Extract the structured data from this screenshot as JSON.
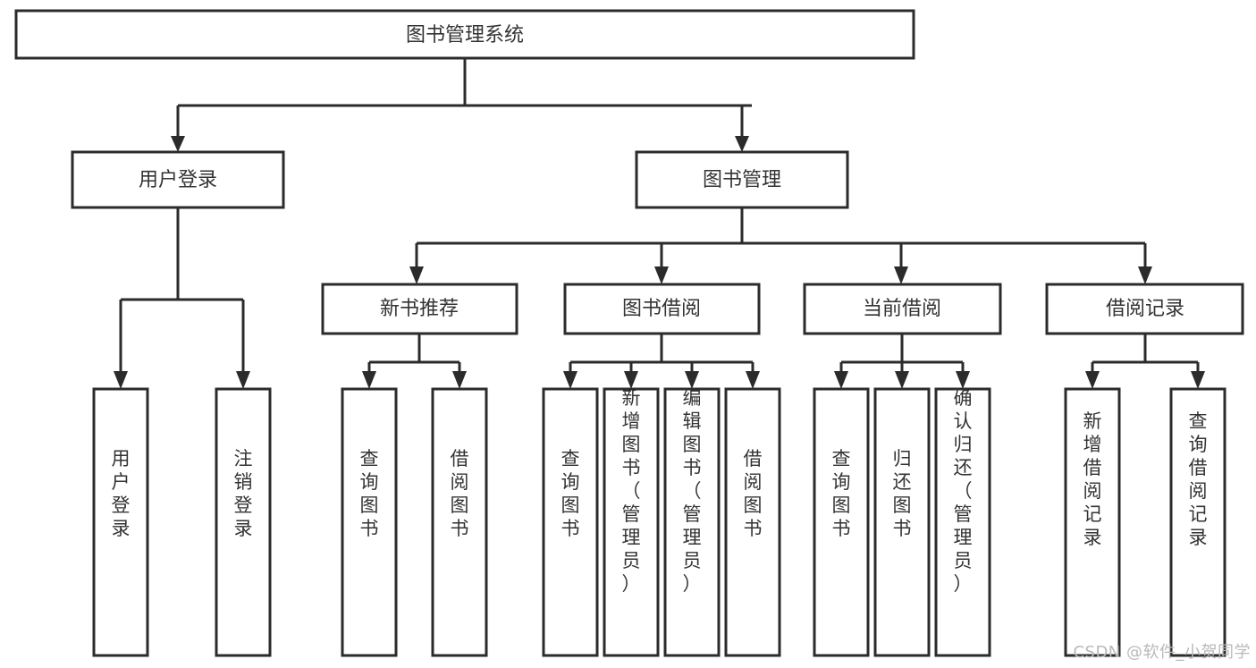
{
  "diagram": {
    "type": "tree",
    "title": "图书管理系统",
    "watermark": "CSDN @软件_小贺同学",
    "colors": {
      "box_stroke": "#2b2b2b",
      "box_fill": "#ffffff",
      "text": "#333333",
      "background": "#ffffff",
      "watermark": "#b9b9b9"
    },
    "root": {
      "label": "图书管理系统"
    },
    "level1": [
      {
        "label": "用户登录"
      },
      {
        "label": "图书管理"
      }
    ],
    "level2": [
      {
        "label": "新书推荐"
      },
      {
        "label": "图书借阅"
      },
      {
        "label": "当前借阅"
      },
      {
        "label": "借阅记录"
      }
    ],
    "leaves": {
      "user_login": [
        {
          "label": "用户登录"
        },
        {
          "label": "注销登录"
        }
      ],
      "new_book_recommend": [
        {
          "label": "查询图书"
        },
        {
          "label": "借阅图书"
        }
      ],
      "book_borrow": [
        {
          "label": "查询图书"
        },
        {
          "label": "新增图书（管理员）"
        },
        {
          "label": "编辑图书（管理员）"
        },
        {
          "label": "借阅图书"
        }
      ],
      "current_borrow": [
        {
          "label": "查询图书"
        },
        {
          "label": "归还图书"
        },
        {
          "label": "确认归还（管理员）"
        }
      ],
      "borrow_record": [
        {
          "label": "新增借阅记录"
        },
        {
          "label": "查询借阅记录"
        }
      ]
    }
  }
}
